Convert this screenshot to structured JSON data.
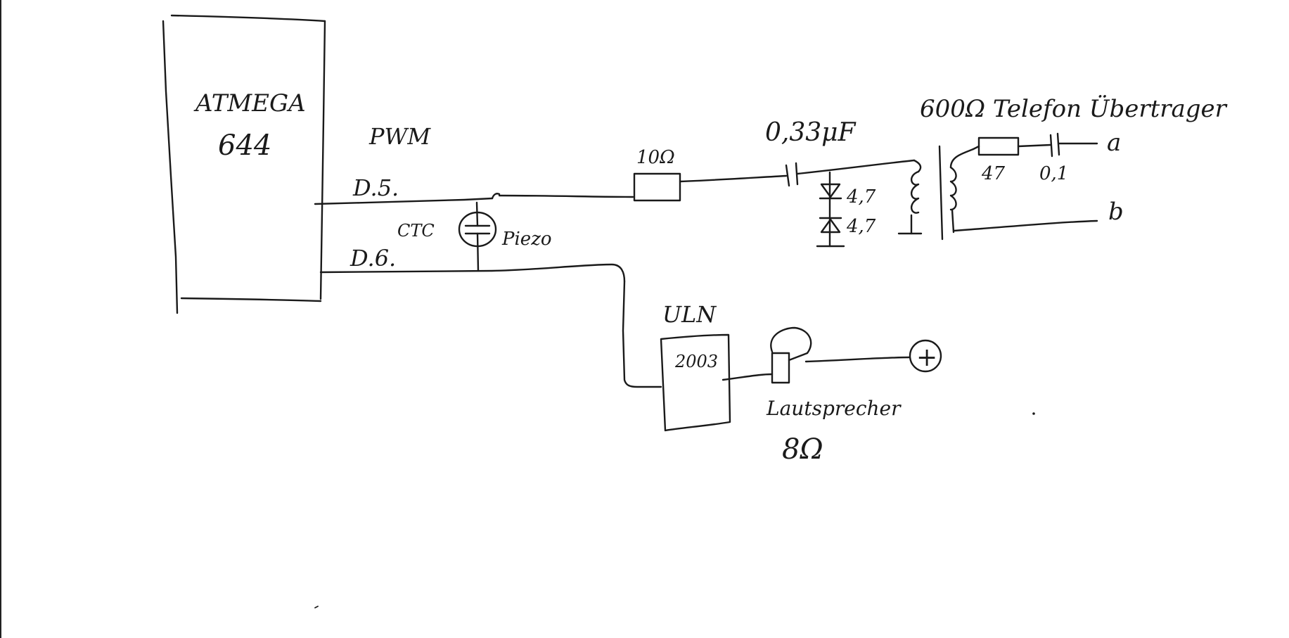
{
  "diagram": {
    "mcu": {
      "line1": "ATMEGA",
      "line2": "644"
    },
    "pins": {
      "pwm": "PWM",
      "ctc": "CTC",
      "d5": "D.5.",
      "d6": "D.6."
    },
    "piezo": {
      "label": "Piezo"
    },
    "resistor_series": {
      "label": "10Ω"
    },
    "capacitor_series": {
      "label": "0,33μF"
    },
    "diode_top": {
      "label": "4,7"
    },
    "diode_bottom": {
      "label": "4,7"
    },
    "transformer": {
      "label": "600Ω Telefon Übertrager"
    },
    "resistor_out": {
      "label": "47"
    },
    "capacitor_out": {
      "label": "0,1"
    },
    "terminal_a": {
      "label": "a"
    },
    "terminal_b": {
      "label": "b"
    },
    "driver": {
      "line1": "ULN",
      "line2": "2003"
    },
    "speaker": {
      "line1": "Lautsprecher",
      "line2": "8Ω"
    },
    "supply": {
      "symbol": "+"
    }
  }
}
